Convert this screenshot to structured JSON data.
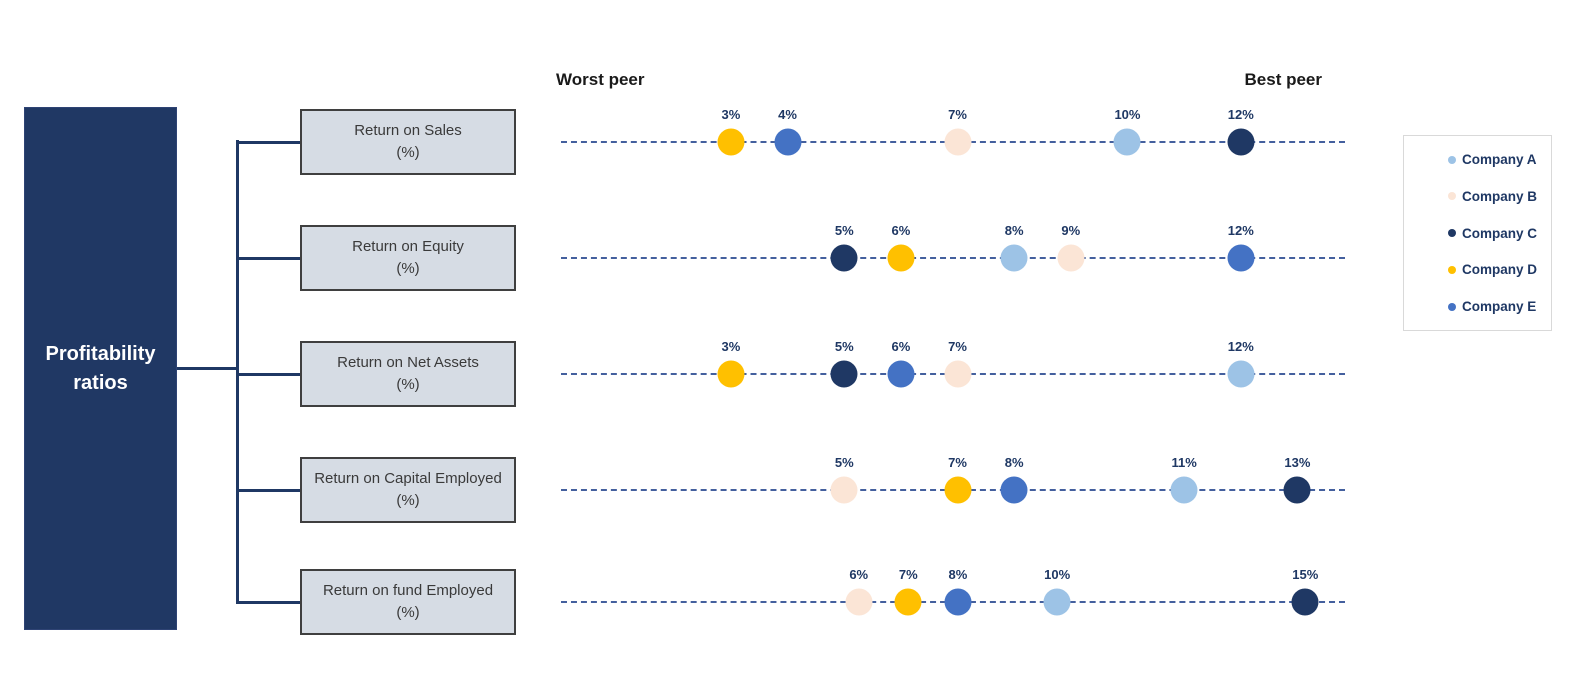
{
  "header": {
    "worst_label": "Worst peer",
    "best_label": "Best peer"
  },
  "root": {
    "title": "Profitability ratios"
  },
  "colors": {
    "root_box_fill": "#203864",
    "connector": "#1F3864",
    "metric_box_fill": "#D6DCE4",
    "metric_box_border": "#3f3f3f",
    "dash_line": "#44609e",
    "value_label": "#1F3864",
    "legend_text": "#1F3864"
  },
  "legend": {
    "items": [
      {
        "name": "Company A",
        "color": "#9DC3E6"
      },
      {
        "name": "Company B",
        "color": "#FBE5D6"
      },
      {
        "name": "Company C",
        "color": "#1F3864"
      },
      {
        "name": "Company D",
        "color": "#FFC000"
      },
      {
        "name": "Company E",
        "color": "#4472C4"
      }
    ]
  },
  "chart_data": {
    "type": "scatter",
    "subtype": "horizontal-dot-plot",
    "title": "Profitability ratios",
    "axis": {
      "left_label": "Worst peer",
      "right_label": "Best peer",
      "grid": false,
      "unit": "%"
    },
    "legend_position": "right",
    "series_colors": {
      "Company A": "#9DC3E6",
      "Company B": "#FBE5D6",
      "Company C": "#1F3864",
      "Company D": "#FFC000",
      "Company E": "#4472C4"
    },
    "rows": [
      {
        "metric": "Return on Sales",
        "unit": "(%)",
        "axis_range_pct": [
          0,
          13.84
        ],
        "points": [
          {
            "company": "Company D",
            "value_pct": 3
          },
          {
            "company": "Company E",
            "value_pct": 4
          },
          {
            "company": "Company B",
            "value_pct": 7
          },
          {
            "company": "Company A",
            "value_pct": 10
          },
          {
            "company": "Company C",
            "value_pct": 12
          }
        ]
      },
      {
        "metric": "Return on Equity",
        "unit": "(%)",
        "axis_range_pct": [
          0,
          13.84
        ],
        "points": [
          {
            "company": "Company C",
            "value_pct": 5
          },
          {
            "company": "Company D",
            "value_pct": 6
          },
          {
            "company": "Company A",
            "value_pct": 8
          },
          {
            "company": "Company B",
            "value_pct": 9
          },
          {
            "company": "Company E",
            "value_pct": 12
          }
        ]
      },
      {
        "metric": "Return on Net Assets",
        "unit": "(%)",
        "axis_range_pct": [
          0,
          13.84
        ],
        "points": [
          {
            "company": "Company D",
            "value_pct": 3
          },
          {
            "company": "Company C",
            "value_pct": 5
          },
          {
            "company": "Company E",
            "value_pct": 6
          },
          {
            "company": "Company B",
            "value_pct": 7
          },
          {
            "company": "Company A",
            "value_pct": 12
          }
        ]
      },
      {
        "metric": "Return on Capital Employed",
        "unit": "(%)",
        "axis_range_pct": [
          0,
          13.84
        ],
        "points": [
          {
            "company": "Company B",
            "value_pct": 5
          },
          {
            "company": "Company D",
            "value_pct": 7
          },
          {
            "company": "Company E",
            "value_pct": 8
          },
          {
            "company": "Company A",
            "value_pct": 11
          },
          {
            "company": "Company C",
            "value_pct": 13
          }
        ]
      },
      {
        "metric": "Return on fund Employed",
        "unit": "(%)",
        "axis_range_pct": [
          0,
          15.8
        ],
        "points": [
          {
            "company": "Company B",
            "value_pct": 6
          },
          {
            "company": "Company D",
            "value_pct": 7
          },
          {
            "company": "Company E",
            "value_pct": 8
          },
          {
            "company": "Company A",
            "value_pct": 10
          },
          {
            "company": "Company C",
            "value_pct": 15
          }
        ]
      }
    ]
  }
}
